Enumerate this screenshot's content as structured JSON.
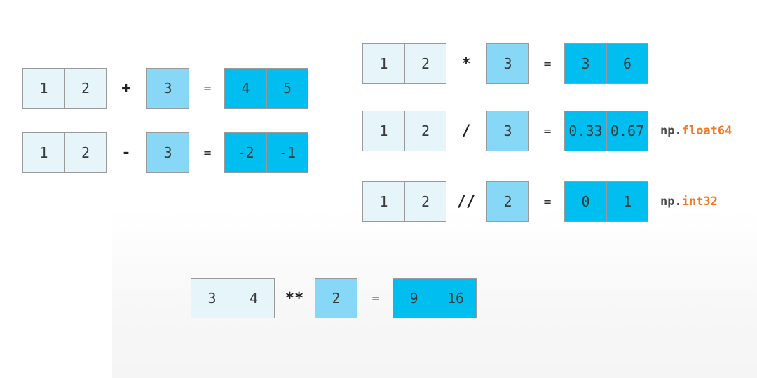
{
  "operations": [
    {
      "id": "add",
      "left": [
        "1",
        "2"
      ],
      "op": "+",
      "scalar": "3",
      "eq": "=",
      "result": [
        "4",
        "5"
      ],
      "dtype": null
    },
    {
      "id": "sub",
      "left": [
        "1",
        "2"
      ],
      "op": "-",
      "scalar": "3",
      "eq": "=",
      "result": [
        "-2",
        "-1"
      ],
      "dtype": null
    },
    {
      "id": "mul",
      "left": [
        "1",
        "2"
      ],
      "op": "*",
      "scalar": "3",
      "eq": "=",
      "result": [
        "3",
        "6"
      ],
      "dtype": null
    },
    {
      "id": "div",
      "left": [
        "1",
        "2"
      ],
      "op": "/",
      "scalar": "3",
      "eq": "=",
      "result": [
        "0.33",
        "0.67"
      ],
      "dtype": {
        "prefix": "np.",
        "name": "float64"
      }
    },
    {
      "id": "floordiv",
      "left": [
        "1",
        "2"
      ],
      "op": "//",
      "scalar": "2",
      "eq": "=",
      "result": [
        "0",
        "1"
      ],
      "dtype": {
        "prefix": "np.",
        "name": "int32"
      }
    },
    {
      "id": "pow",
      "left": [
        "3",
        "4"
      ],
      "op": "**",
      "scalar": "2",
      "eq": "=",
      "result": [
        "9",
        "16"
      ],
      "dtype": null
    }
  ],
  "colors": {
    "input_cell": "#e6f5fa",
    "scalar_cell": "#86d8f6",
    "result_cell": "#00bff0",
    "dtype_name": "#f07a26"
  }
}
